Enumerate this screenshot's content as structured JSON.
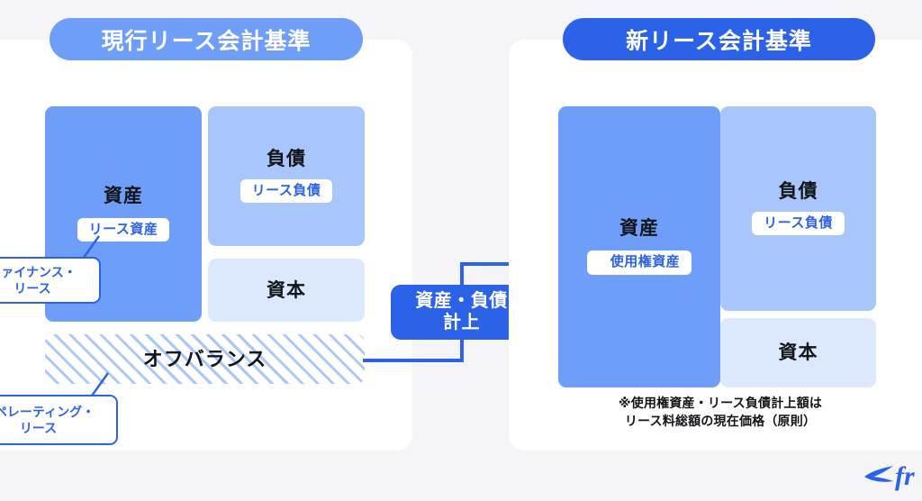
{
  "page": {
    "background_color": "#f5f4f6",
    "title_left": "現行リース会計基準",
    "title_right": "新リース会計基準"
  },
  "colors": {
    "accent_dark_blue": "#2b62e8",
    "accent_blue": "#6f9ef8",
    "liability_blue": "#a8c6fb",
    "equity_blue": "#dce8fd",
    "offbalance_bg": "#e8f0fd",
    "card_white": "#ffffff",
    "text_dark": "#111418"
  },
  "left_panel": {
    "header": "現行リース会計基準",
    "asset": {
      "label": "資産",
      "tag": "リース資産"
    },
    "liability": {
      "label": "負債",
      "tag": "リース負債"
    },
    "equity": {
      "label": "資本"
    },
    "offbalance": {
      "label": "オフバランス"
    },
    "callouts": [
      {
        "name": "finance-lease",
        "text": "ファイナンス・\nリース"
      },
      {
        "name": "operating-lease",
        "text": "オペレーティング・\nリース"
      }
    ]
  },
  "center": {
    "badge_line1": "資産・負債",
    "badge_line2": "計上"
  },
  "right_panel": {
    "header": "新リース会計基準",
    "asset": {
      "label": "資産",
      "tag": "使用権資産"
    },
    "liability": {
      "label": "負債",
      "tag": "リース負債"
    },
    "equity": {
      "label": "資本"
    },
    "footnote": "※使用権資産・リース負債計上額は\nリース料総額の現在価格（原則）"
  },
  "logo": {
    "mark": "swallow-bird-icon",
    "text": "fr"
  }
}
